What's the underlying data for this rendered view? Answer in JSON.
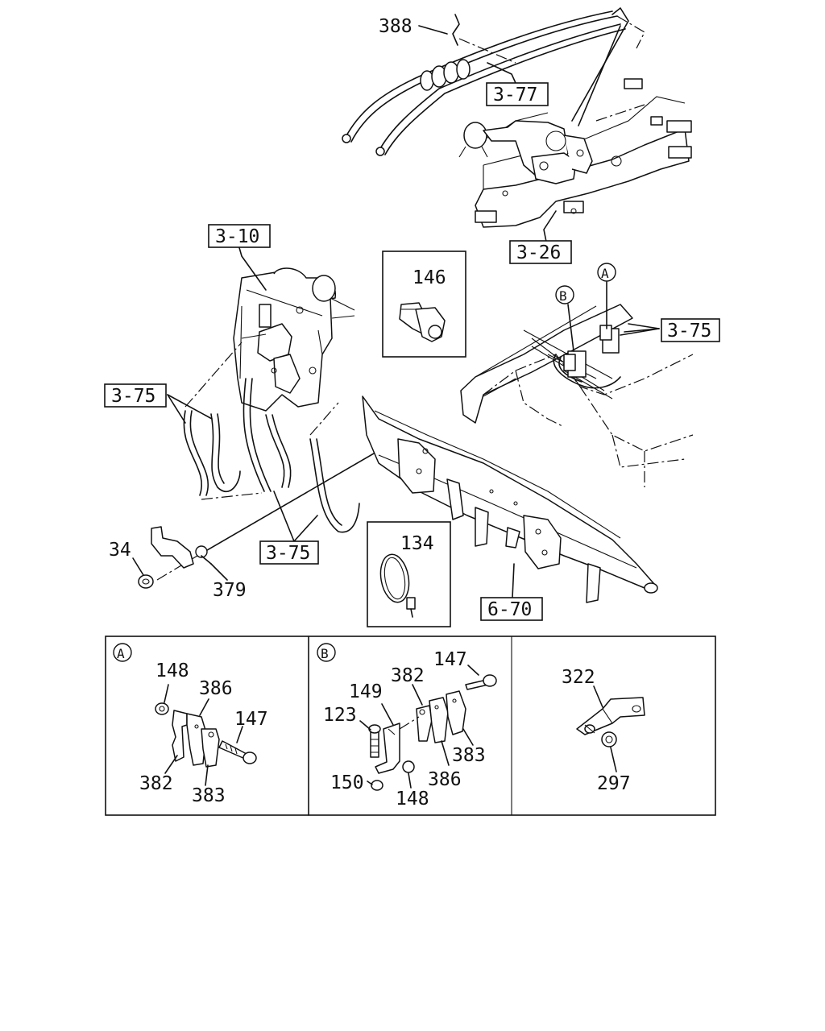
{
  "refs": {
    "r388": "388",
    "r3_77": "3-77",
    "r3_26": "3-26",
    "r3_10": "3-10",
    "r146": "146",
    "r3_75_right": "3-75",
    "r3_75_left": "3-75",
    "r3_75_bottom": "3-75",
    "r34": "34",
    "r379": "379",
    "r134": "134",
    "r6_70": "6-70"
  },
  "markers": {
    "a": "A",
    "b": "B"
  },
  "detail_a": {
    "marker": "A",
    "labels": {
      "p148": "148",
      "p386": "386",
      "p147": "147",
      "p382": "382",
      "p383": "383"
    }
  },
  "detail_b": {
    "marker": "B",
    "labels": {
      "p147": "147",
      "p382": "382",
      "p149": "149",
      "p123": "123",
      "p383": "383",
      "p386": "386",
      "p150": "150",
      "p148": "148"
    }
  },
  "detail_c": {
    "labels": {
      "p322": "322",
      "p297": "297"
    }
  }
}
